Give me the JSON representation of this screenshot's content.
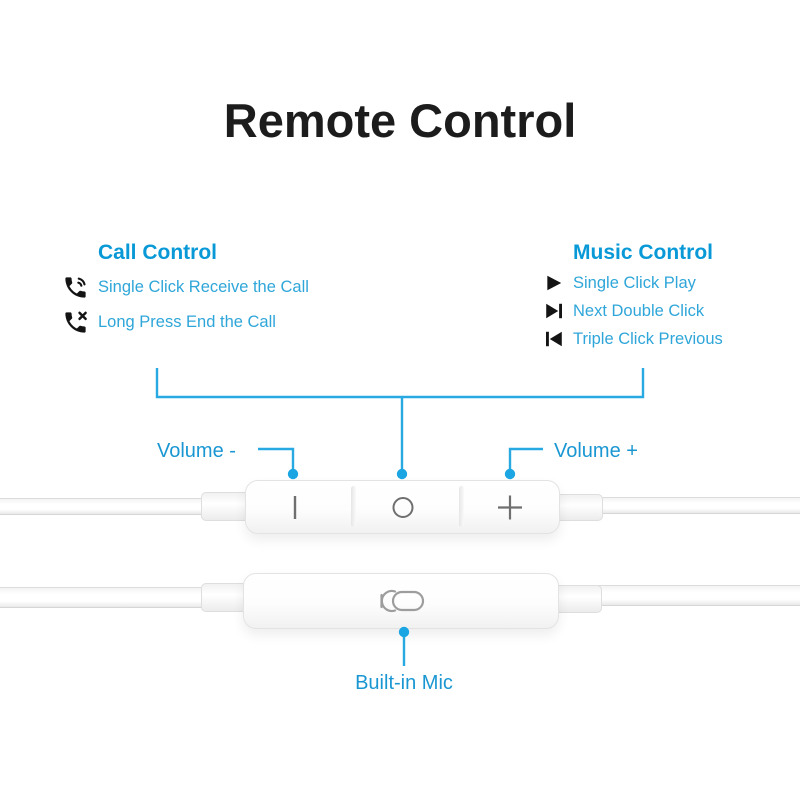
{
  "title": "Remote Control",
  "call_control": {
    "heading": "Call Control",
    "items": [
      {
        "icon": "incoming-call-icon",
        "label": "Single Click Receive the Call"
      },
      {
        "icon": "end-call-icon",
        "label": "Long Press End the Call"
      }
    ]
  },
  "music_control": {
    "heading": "Music Control",
    "items": [
      {
        "icon": "play-icon",
        "label": "Single Click Play"
      },
      {
        "icon": "next-track-icon",
        "label": "Next Double Click"
      },
      {
        "icon": "previous-track-icon",
        "label": "Triple Click Previous"
      }
    ]
  },
  "annotations": {
    "volume_down": "Volume -",
    "volume_up": "Volume +",
    "built_in_mic": "Built-in Mic"
  },
  "remote_buttons": {
    "volume_down_glyph": "|",
    "center_glyph": "○",
    "volume_up_glyph": "+"
  },
  "colors": {
    "accent_blue": "#29a9e1",
    "heading_blue": "#0999d7",
    "item_blue": "#2fa6d9",
    "label_blue": "#1a97d2",
    "title_black": "#1c1c1c",
    "icon_black": "#141414",
    "device_white": "#fdfdfd",
    "device_border": "#e3e3e3",
    "button_glyph_gray": "#6f6f6f",
    "mic_glyph_gray": "#9d9d9d"
  }
}
